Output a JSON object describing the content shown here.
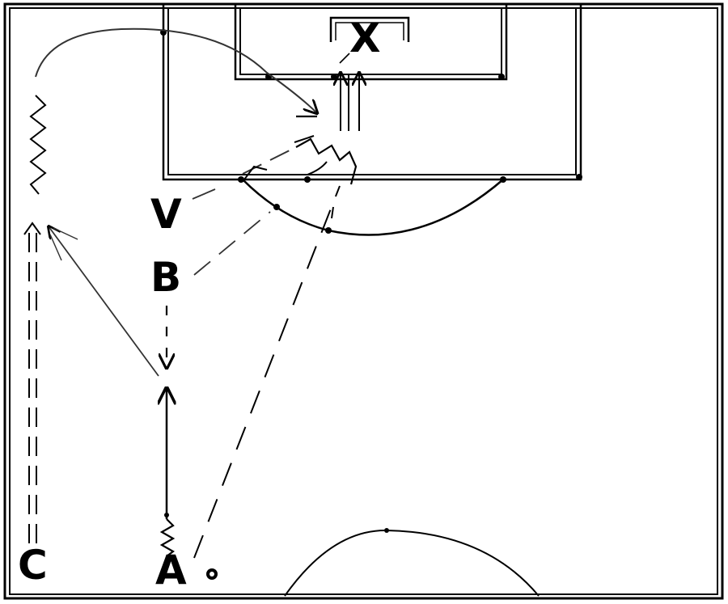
{
  "labels": {
    "x": "X",
    "v": "V",
    "b": "B",
    "a": "A",
    "c": "C"
  },
  "colors": {
    "lines": "#000000",
    "paths": "#333333",
    "background": "#ffffff"
  },
  "icons": {
    "ball": "ball-icon"
  }
}
